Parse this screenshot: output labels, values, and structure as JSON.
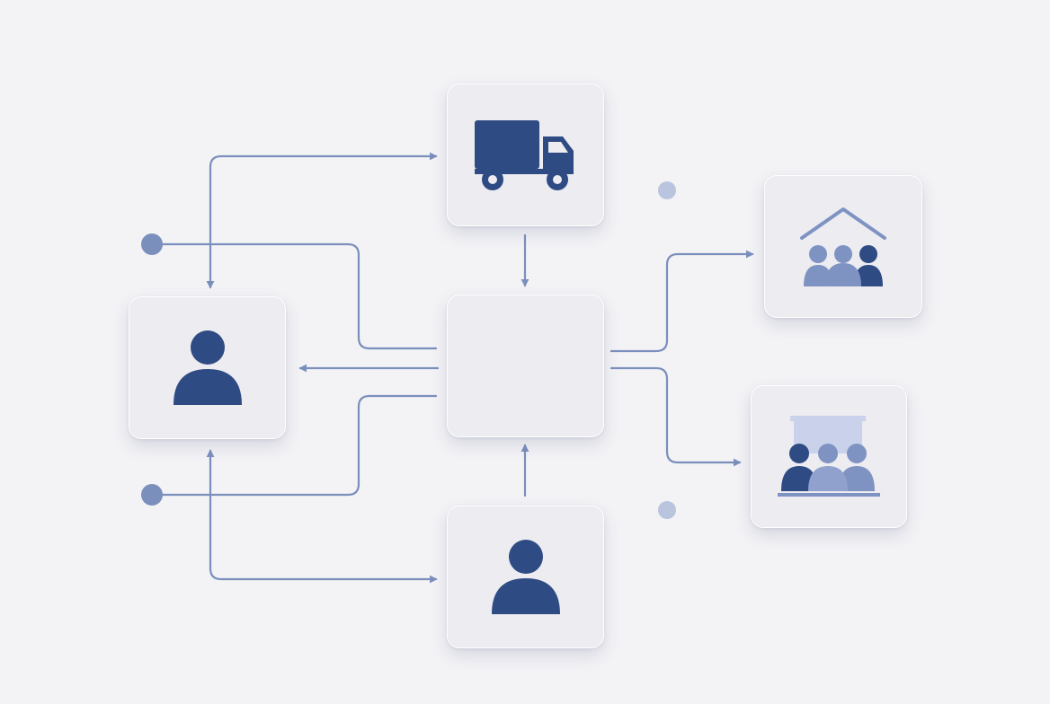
{
  "colors": {
    "background": "#f3f3f6",
    "card": "#ececf1",
    "connector": "#7b8fbd",
    "dot_strong": "#7b8fbd",
    "dot_light": "#b9c4de",
    "icon_dark": "#2f4b83",
    "icon_mid": "#7f93c2",
    "icon_light": "#c9d2ea"
  },
  "nodes": [
    {
      "id": "delivery-truck",
      "icon": "truck-icon"
    },
    {
      "id": "central-hub",
      "icon": ""
    },
    {
      "id": "left-person",
      "icon": "person-icon"
    },
    {
      "id": "bottom-person",
      "icon": "person-icon"
    },
    {
      "id": "community-group",
      "icon": "house-group-icon"
    },
    {
      "id": "audience-group",
      "icon": "audience-icon"
    }
  ]
}
